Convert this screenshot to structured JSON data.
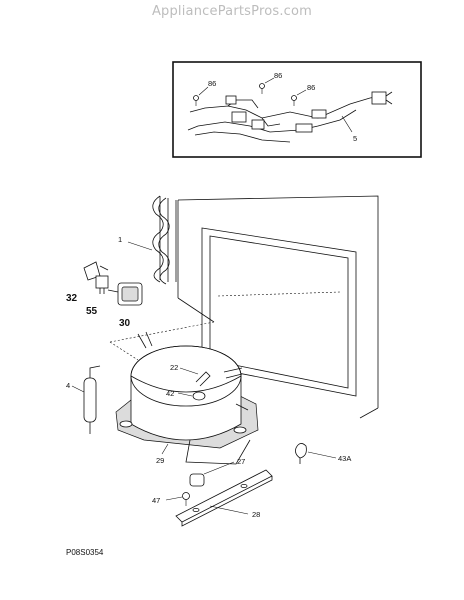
{
  "watermark": "AppliancePartsPros.com",
  "diagram_code": "P08S0354",
  "callouts": {
    "c86a": "86",
    "c86b": "86",
    "c86c": "86",
    "c5": "5",
    "c1": "1",
    "c32": "32",
    "c55": "55",
    "c30": "30",
    "c22": "22",
    "c42": "42",
    "c4": "4",
    "c27": "27",
    "c43a": "43A",
    "c29": "29",
    "c47": "47",
    "c28": "28"
  }
}
